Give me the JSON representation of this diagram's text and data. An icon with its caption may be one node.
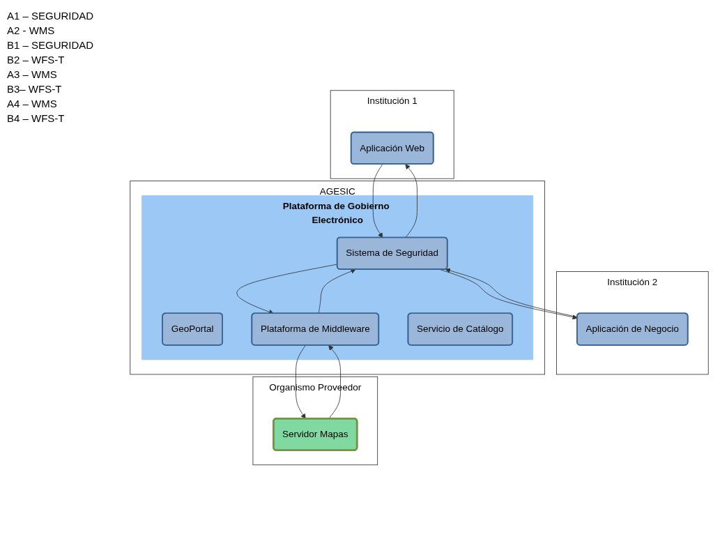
{
  "diagram": {
    "nodes": [
      {
        "text": [
          "Institución 1"
        ]
      },
      {
        "text": [
          "Aplicación Web"
        ],
        "in": 0
      },
      {
        "text": [
          "Institución 2"
        ]
      },
      {
        "text": [
          "Aplicación de Negocio"
        ],
        "in": 2
      },
      {
        "text": [
          "AGESIC"
        ]
      },
      {
        "text": [
          "Plataforma de Gobierno Electrónico"
        ],
        "in": 4
      },
      {
        "text": [
          "Sistema de Seguridad"
        ],
        "in": 5
      },
      {
        "text": [
          "GeoPortal"
        ],
        "in": 5
      },
      {
        "text": [
          "Plataforma de Middleware"
        ],
        "in": 5
      },
      {
        "text": [
          "Servicio de Catálogo"
        ],
        "in": 5
      },
      {
        "text": [
          "Organismo Proveedor"
        ]
      },
      {
        "text": [
          "Servidor Mapas"
        ],
        "in": 10
      }
    ],
    "edges": [
      {
        "from": 1,
        "to": 6,
        "arrow": "to"
      },
      {
        "from": 6,
        "to": 1,
        "arrow": "to"
      },
      {
        "from": 3,
        "to": 6,
        "arrow": "to"
      },
      {
        "from": 6,
        "to": 3,
        "arrow": "to"
      },
      {
        "from": 6,
        "to": 8,
        "arrow": "to"
      },
      {
        "from": 8,
        "to": 6,
        "arrow": "to"
      },
      {
        "from": 8,
        "to": 11,
        "arrow": "to"
      },
      {
        "from": 11,
        "to": 8,
        "arrow": "to"
      }
    ],
    "labels": [
      "A1 – SEGURIDAD",
      "A2 - WMS",
      "B1 – SEGURIDAD",
      "B2 – WFS-T",
      "A3 – WMS",
      "B3– WFS-T",
      "A4 – WMS",
      "B4 – WFS-T"
    ]
  }
}
